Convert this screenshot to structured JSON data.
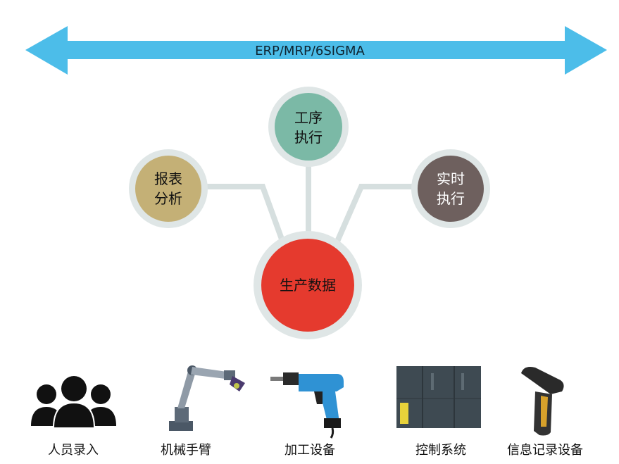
{
  "banner": {
    "text": "ERP/MRP/6SIGMA"
  },
  "nodes": {
    "report": {
      "line1": "报表",
      "line2": "分析"
    },
    "process": {
      "line1": "工序",
      "line2": "执行"
    },
    "realtime": {
      "line1": "实时",
      "line2": "执行"
    },
    "center": {
      "label": "生产数据"
    }
  },
  "devices": [
    {
      "label": "人员录入",
      "icon": "people-icon"
    },
    {
      "label": "机械手臂",
      "icon": "robot-arm-icon"
    },
    {
      "label": "加工设备",
      "icon": "drill-icon"
    },
    {
      "label": "控制系统",
      "icon": "control-panel-icon"
    },
    {
      "label": "信息记录设备",
      "icon": "barcode-scanner-icon"
    }
  ],
  "colors": {
    "banner": "#4cbde9",
    "report": "#c4b076",
    "process": "#7bb9a6",
    "realtime": "#6e605e",
    "center": "#e53a2e",
    "ring": "#dfe6e6",
    "connector": "#d6dfdf"
  }
}
